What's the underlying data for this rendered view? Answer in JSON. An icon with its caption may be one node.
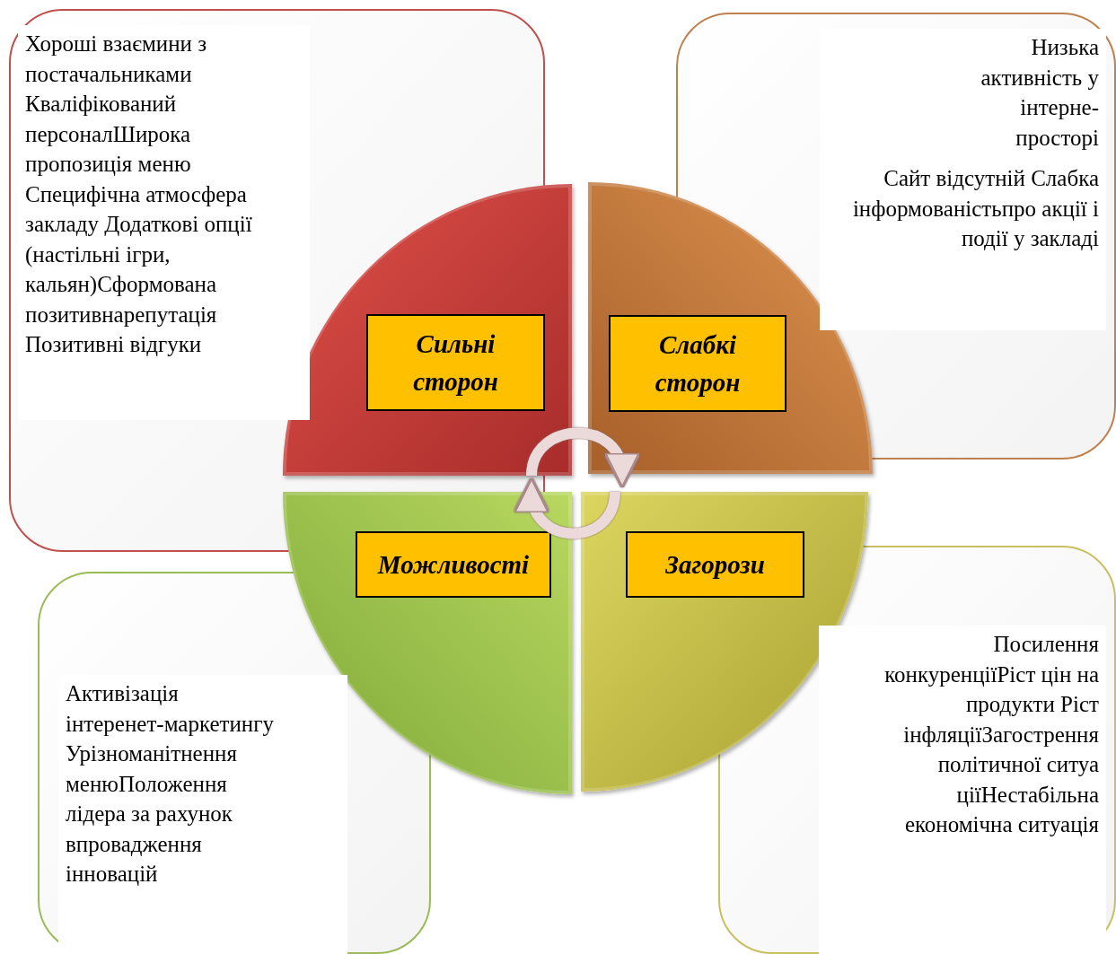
{
  "diagram": {
    "nodes": [
      {
        "text": [
          "Хороші взаємини з постачальниками Кваліфікований персоналШирока пропозиція меню Специфічна атмосфера закладу Додаткові опції (настільні ігри, кальян)Сформована позитивнарепутація Позитивні відгуки"
        ]
      },
      {
        "text": [
          "Низька активність у інтерне-просторі",
          "Сайт відсутній Слабка інформованістьпро акції і події у закладі"
        ]
      },
      {
        "text": [],
        "shape": "sector"
      },
      {
        "text": [
          "Сильні сторон"
        ],
        "in": 2
      },
      {
        "text": [],
        "shape": "sector"
      },
      {
        "text": [
          "Слабкі сторон"
        ],
        "in": 4
      },
      {
        "text": [],
        "shape": "sector"
      },
      {
        "text": [
          "Можливості"
        ],
        "in": 6
      },
      {
        "text": [],
        "shape": "sector"
      },
      {
        "text": [
          "Загорози"
        ],
        "in": 8
      },
      {
        "text": [
          "Активізація інтеренет-маркетингу Урізноманітнення менюПоложення лідера за рахунок впровадження інновацій"
        ]
      },
      {
        "text": [
          "Посилення конкуренціїРіст цін на продукти Ріст інфляціїЗагострення політичної ситуа ціїНестабільна економічна ситуація"
        ]
      }
    ],
    "edges": [
      {
        "from": 2,
        "to": 4,
        "arrow": "to"
      },
      {
        "from": 8,
        "to": 6,
        "arrow": "to"
      }
    ]
  }
}
